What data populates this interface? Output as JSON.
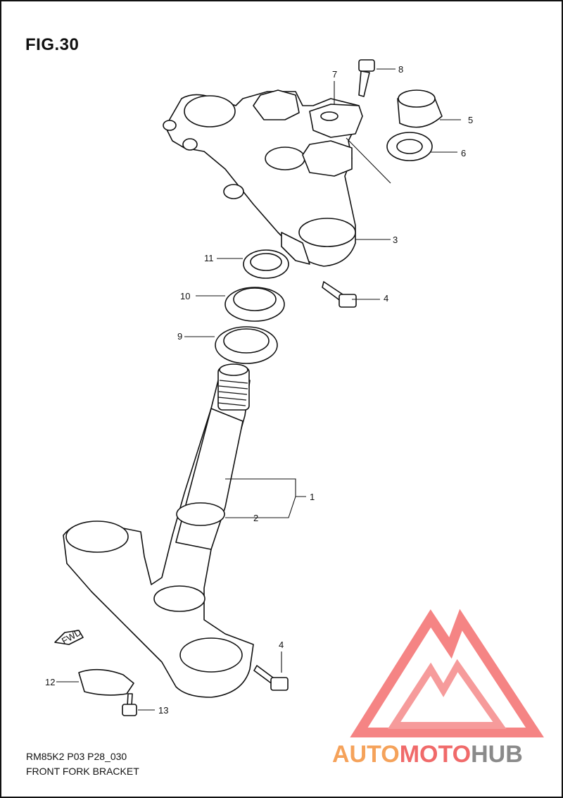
{
  "figure": {
    "title": "FIG.30",
    "code": "RM85K2 P03 P28_030",
    "name": "FRONT FORK BRACKET",
    "fwd": "FWD"
  },
  "callouts": [
    "1",
    "2",
    "3",
    "4",
    "4",
    "5",
    "6",
    "7",
    "8",
    "9",
    "10",
    "11",
    "12",
    "13"
  ],
  "watermark": {
    "part1": "AUTO",
    "part2": "MOTO",
    "part3": "HUB",
    "color_light": "#f5a25a",
    "color_red": "#f06a6a",
    "color_gray": "#8a8a8a"
  }
}
